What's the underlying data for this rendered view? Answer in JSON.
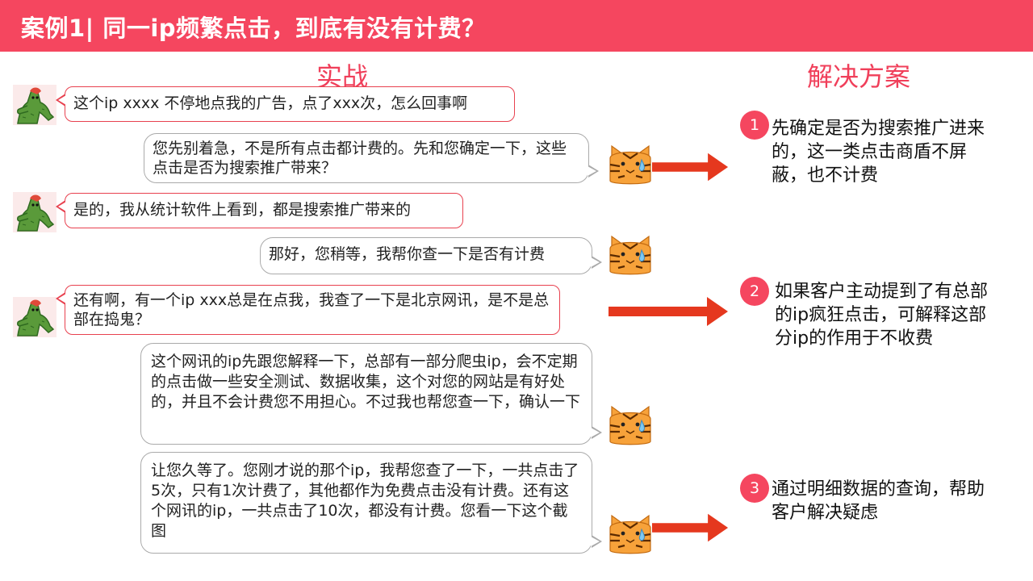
{
  "header": {
    "title": "案例1| 同一ip频繁点击，到底有没有计费？"
  },
  "left_title": "实战",
  "right_title": "解决方案",
  "colors": {
    "accent": "#f5465f",
    "arrow": "#e5381e",
    "customer_border": "#e8414f",
    "agent_border": "#aaaaaa"
  },
  "messages": [
    {
      "role": "customer",
      "text": "这个ip xxxx 不停地点我的广告，点了xxx次，怎么回事啊"
    },
    {
      "role": "agent",
      "text": "您先别着急，不是所有点击都计费的。先和您确定一下，这些点击是否为搜索推广带来？"
    },
    {
      "role": "customer",
      "text": "是的，我从统计软件上看到，都是搜索推广带来的"
    },
    {
      "role": "agent",
      "text": "那好，您稍等，我帮你查一下是否有计费"
    },
    {
      "role": "customer",
      "text": "还有啊，有一个ip xxx总是在点我，我查了一下是北京网讯，是不是总部在捣鬼？"
    },
    {
      "role": "agent",
      "text": "这个网讯的ip先跟您解释一下，总部有一部分爬虫ip，会不定期的点击做一些安全测试、数据收集，这个对您的网站是有好处的，并且不会计费您不用担心。不过我也帮您查一下，确认一下"
    },
    {
      "role": "agent",
      "text": "让您久等了。您刚才说的那个ip，我帮您查了一下，一共点击了5次，只有1次计费了，其他都作为免费点击没有计费。还有这个网讯的ip，一共点击了10次，都没有计费。您看一下这个截图"
    }
  ],
  "solutions": [
    {
      "number": "1",
      "text": "先确定是否为搜索推广进来的，这一类点击商盾不屏蔽，也不计费"
    },
    {
      "number": "2",
      "text": "如果客户主动提到了有总部的ip疯狂点击，可解释这部分ip的作用于不收费"
    },
    {
      "number": "3",
      "text": "通过明细数据的查询，帮助客户解决疑虑"
    }
  ]
}
